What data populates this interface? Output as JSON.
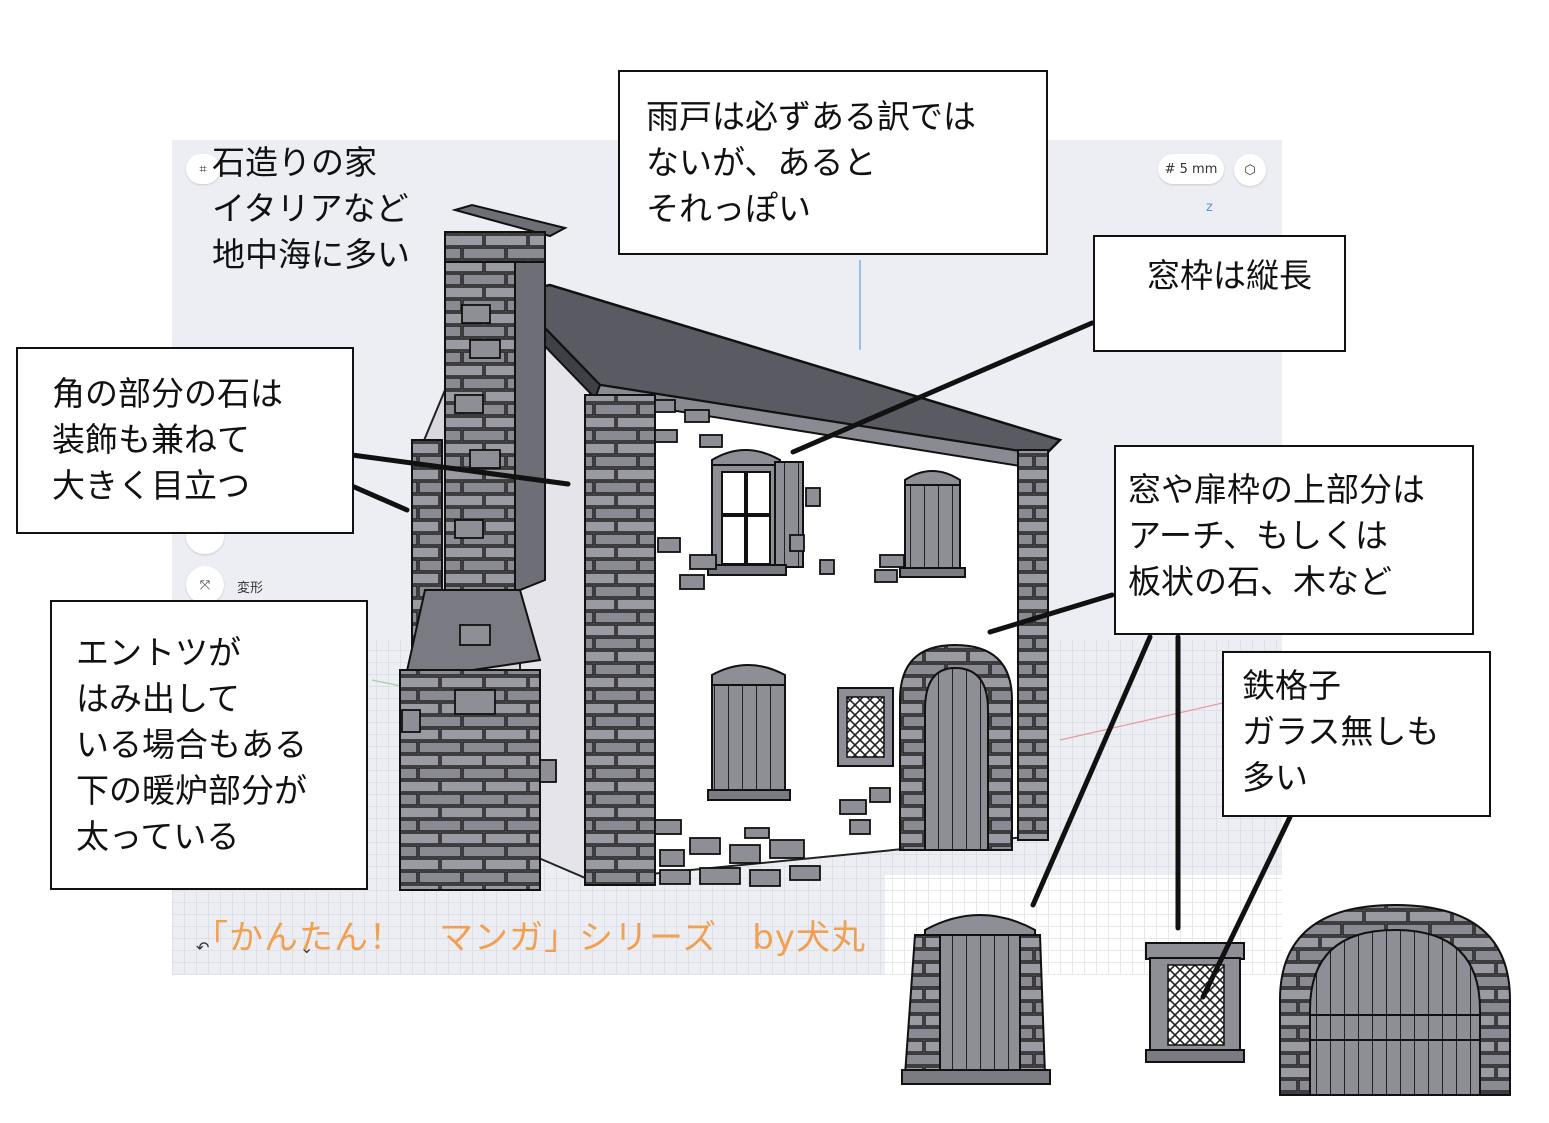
{
  "title_text": "石造りの家\nイタリアなど\n地中海に多い",
  "callouts": {
    "shutters": "雨戸は必ずある訳では\nないが、あると\nそれっぽい",
    "window_frame": "窓枠は縦長",
    "corner_stones": "角の部分の石は\n装飾も兼ねて\n大きく目立つ",
    "arch": "窓や扉枠の上部分は\nアーチ、もしくは\n板状の石、木など",
    "iron_grille": "鉄格子\nガラス無しも\n多い",
    "chimney": "エントツが\nはみ出して\nいる場合もある\n下の暖炉部分が\n太っている"
  },
  "series_credit": "「かんたん！　マンガ」シリーズ　by犬丸",
  "ui": {
    "grid_size": "# 5 mm",
    "transform_label": "変形",
    "axis_z": "z"
  },
  "colors": {
    "stone": "#8e8e96",
    "stone_dark": "#6e6e76",
    "roof": "#5a5a62",
    "wall": "#ffffff",
    "series_text": "#f0a050"
  }
}
